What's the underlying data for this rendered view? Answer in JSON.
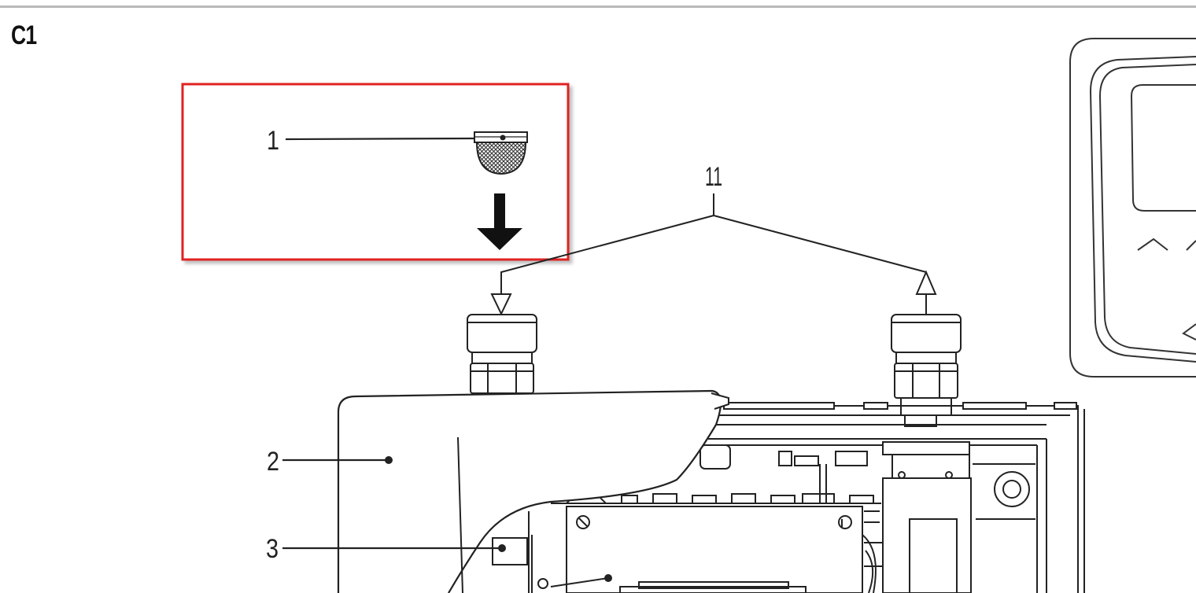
{
  "figure": {
    "label": "C1",
    "highlight_color": "#e02020",
    "callouts": [
      {
        "id": "1",
        "text": "1"
      },
      {
        "id": "2",
        "text": "2"
      },
      {
        "id": "3",
        "text": "3"
      },
      {
        "id": "11",
        "text": "11"
      }
    ]
  }
}
